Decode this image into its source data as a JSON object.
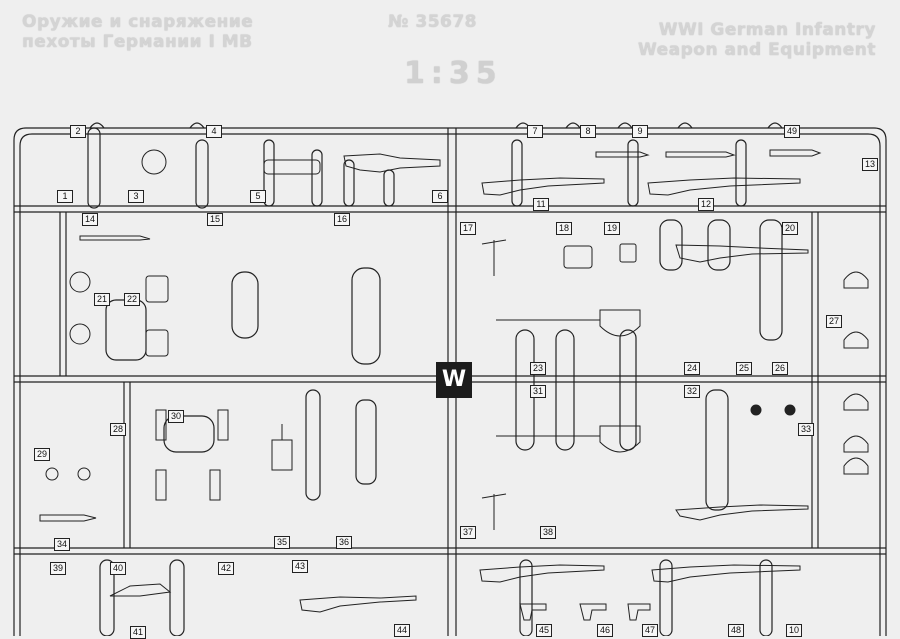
{
  "header": {
    "title_ru": [
      "Оружие и снаряжение",
      "пехоты Германии I MB"
    ],
    "catalog_number": "№ 35678",
    "scale": "1:35",
    "title_en": [
      "WWI German Infantry",
      "Weapon and Equipment"
    ]
  },
  "sprue_letter": "W",
  "part_labels": [
    "1",
    "2",
    "3",
    "4",
    "5",
    "6",
    "7",
    "8",
    "9",
    "10",
    "11",
    "12",
    "13",
    "14",
    "15",
    "16",
    "17",
    "18",
    "19",
    "20",
    "21",
    "22",
    "23",
    "24",
    "25",
    "26",
    "27",
    "28",
    "29",
    "30",
    "31",
    "32",
    "33",
    "34",
    "35",
    "36",
    "37",
    "38",
    "39",
    "40",
    "41",
    "42",
    "43",
    "44",
    "45",
    "46",
    "47",
    "48",
    "49"
  ],
  "colors": {
    "ink": "#222222",
    "paper": "#efefef",
    "header_text": "#d4d4d4"
  }
}
